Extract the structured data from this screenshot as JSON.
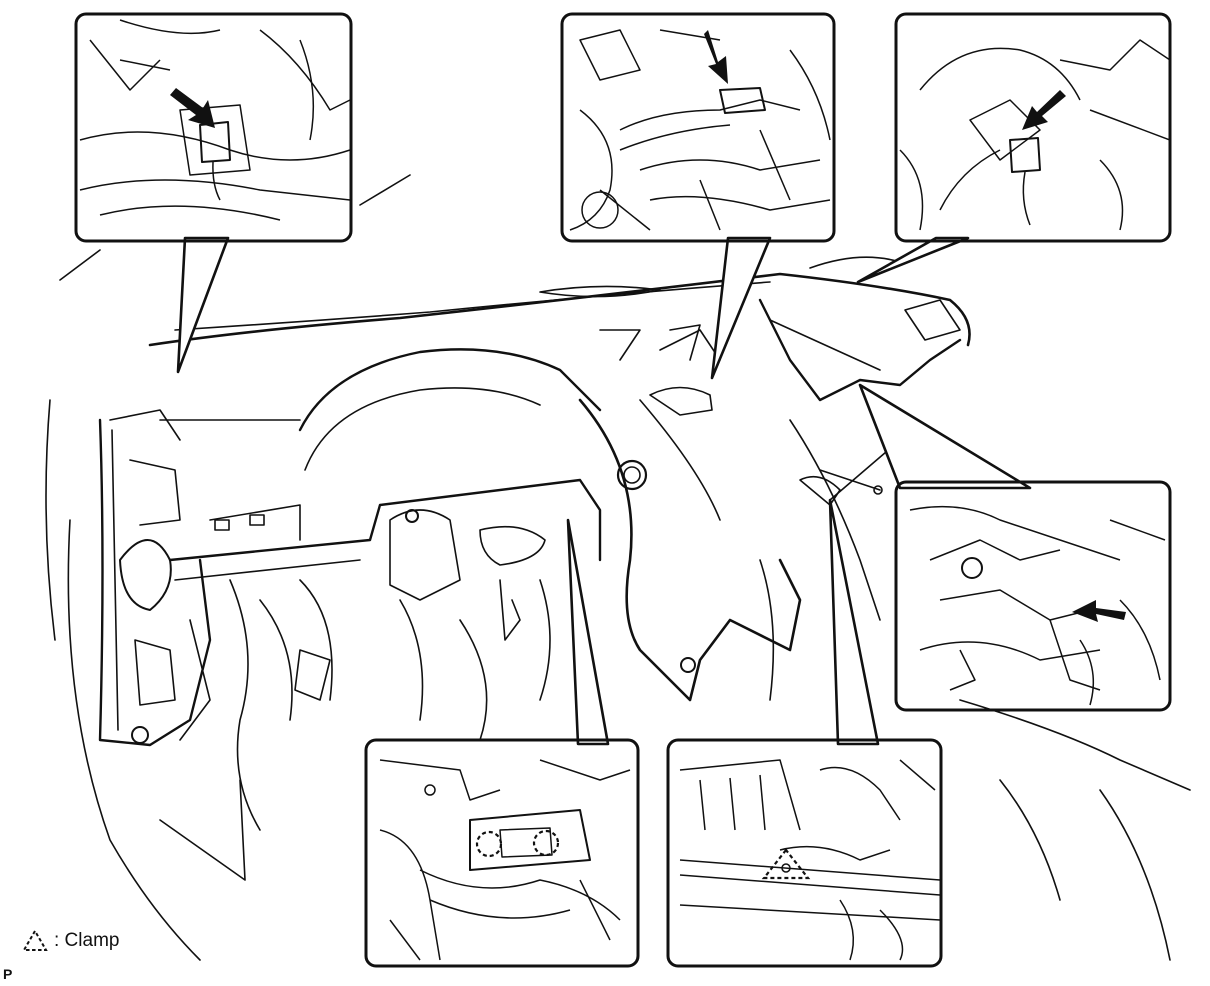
{
  "legend": {
    "symbol_icon": "dashed-triangle-clamp-icon",
    "label": ": Clamp"
  },
  "page_code": "P",
  "callouts": [
    {
      "id": "upper-left",
      "marker_icon": "arrow-icon",
      "target": "connector"
    },
    {
      "id": "upper-center",
      "marker_icon": "arrow-icon",
      "target": "connector"
    },
    {
      "id": "upper-right",
      "marker_icon": "arrow-icon",
      "target": "connector"
    },
    {
      "id": "right",
      "marker_icon": "arrow-icon",
      "target": "connector"
    },
    {
      "id": "lower-center",
      "marker_icon": "dashed-circle-icon",
      "target": "claws"
    },
    {
      "id": "lower-right",
      "marker_icon": "dashed-triangle-clamp-icon",
      "target": "clamp"
    }
  ],
  "colors": {
    "line": "#111111",
    "background": "#ffffff",
    "arrow": "#111111"
  }
}
